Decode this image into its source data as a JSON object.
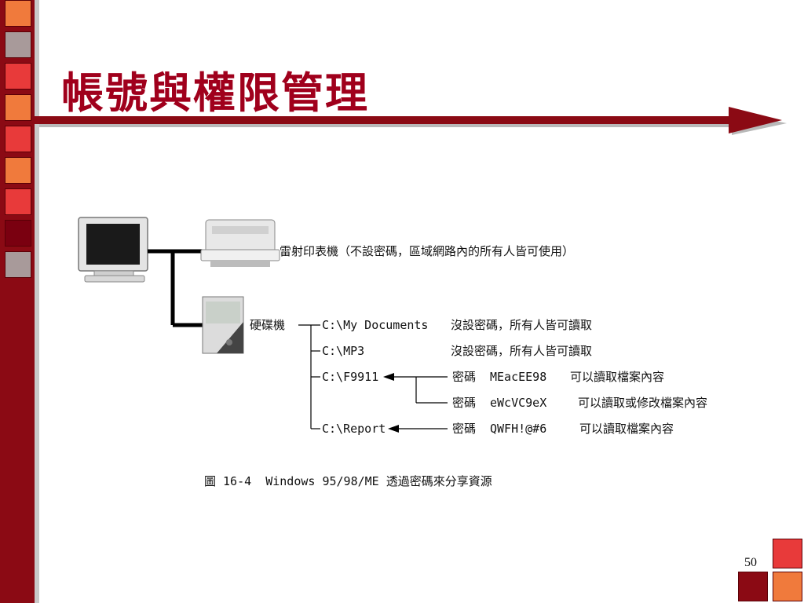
{
  "slide": {
    "title": "帳號與權限管理",
    "page_number": "50"
  },
  "diagram": {
    "printer_label": "雷射印表機（不設密碼，區域網路內的所有人皆可使用）",
    "disk_label": "硬碟機",
    "folders": [
      {
        "path": "C:\\My Documents",
        "note": "沒設密碼，所有人皆可讀取"
      },
      {
        "path": "C:\\MP3",
        "note": "沒設密碼，所有人皆可讀取"
      },
      {
        "path": "C:\\F9911",
        "note": ""
      },
      {
        "path": "C:\\Report",
        "note": ""
      }
    ],
    "passwords": [
      {
        "label": "密碼",
        "value": "MEacEE98",
        "permission": "可以讀取檔案內容"
      },
      {
        "label": "密碼",
        "value": "eWcVC9eX",
        "permission": "可以讀取或修改檔案內容"
      },
      {
        "label": "密碼",
        "value": "QWFH!@#6",
        "permission": "可以讀取檔案內容"
      }
    ],
    "caption": "圖 16-4  Windows 95/98/ME 透過密碼來分享資源"
  },
  "colors": {
    "accent": "#a0001c",
    "strip": "#8b0a14",
    "square_orange": "#f07a3c",
    "square_red": "#e83a3a",
    "square_dark": "#7a0010",
    "square_gray": "#a89a9a"
  }
}
